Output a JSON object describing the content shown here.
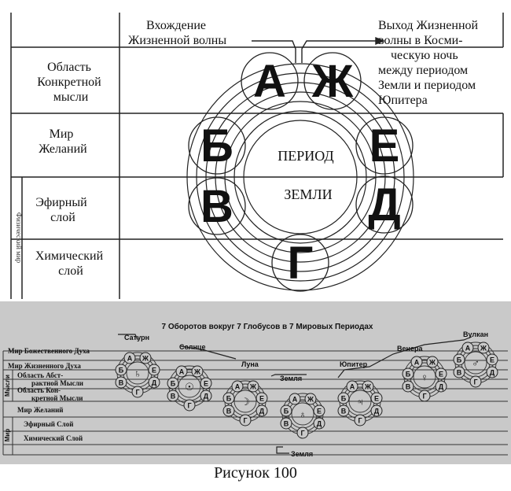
{
  "top": {
    "rows": [
      {
        "label_lines": [
          "Область",
          "Конкретной",
          "мысли"
        ]
      },
      {
        "label_lines": [
          "Мир",
          "Желаний"
        ]
      },
      {
        "label_lines": [
          "Эфирный",
          "слой"
        ]
      },
      {
        "label_lines": [
          "Химический",
          "слой"
        ]
      }
    ],
    "side_label": "Физический мир",
    "entry_lines": [
      "Вхождение",
      "Жизненной волны"
    ],
    "exit_lines": [
      "Выход Жизненной",
      "волны в Косми-",
      "ческую ночь",
      "между периодом",
      "Земли  и периодом",
      "Юпитера"
    ],
    "center_lines": [
      "ПЕРИОД",
      "ЗЕМЛИ"
    ],
    "globes": [
      "А",
      "Ж",
      "Е",
      "Д",
      "Г",
      "В",
      "Б"
    ]
  },
  "bottom": {
    "title": "7 Оборотов вокруг 7 Глобусов в 7 Мировых Периодах",
    "rows": [
      "Мир Божественного Духа",
      "Мир Жизненного Духа",
      "Область Абст-",
      "рактной Мысли",
      "Область Кон-",
      "кретной Мысли",
      "Мир Желаний",
      "Эфирный Слой",
      "Химический Слой"
    ],
    "mind_label": "Мысли",
    "world_label": "Мир",
    "periods": [
      {
        "name": "Сатурн",
        "symbol": "♄"
      },
      {
        "name": "Солнце",
        "symbol": "☉"
      },
      {
        "name": "Луна",
        "symbol": "☽"
      },
      {
        "name": "Земля",
        "symbol": "♁"
      },
      {
        "name": "Юпитер",
        "symbol": "♃"
      },
      {
        "name": "Венера",
        "symbol": "♀"
      },
      {
        "name": "Вулкан",
        "symbol": "♂"
      }
    ],
    "earth_bottom_label": "Земля",
    "globes": [
      "А",
      "Ж",
      "Е",
      "Д",
      "Г",
      "В",
      "Б"
    ]
  },
  "caption": "Рисунок 100"
}
